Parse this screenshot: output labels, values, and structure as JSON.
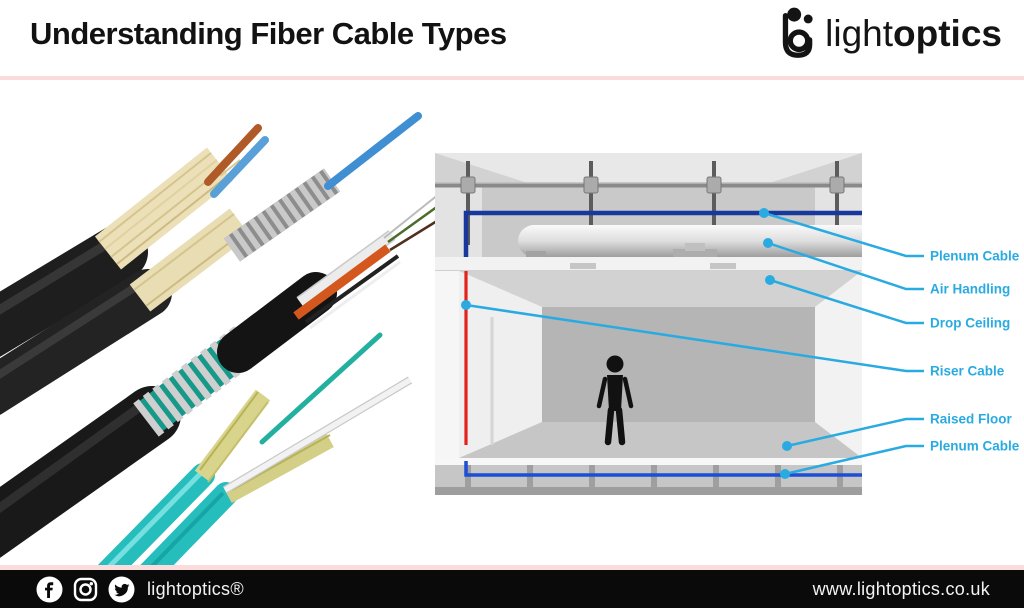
{
  "header": {
    "title": "Understanding Fiber Cable Types",
    "logo_light": "light",
    "logo_bold": "optics"
  },
  "diagram": {
    "labels": [
      "Plenum Cable",
      "Air Handling",
      "Drop Ceiling",
      "Riser Cable",
      "Raised Floor",
      "Plenum Cable"
    ],
    "colors": {
      "callout_blue": "#29abe2",
      "plenum_cable_navy": "#19389b",
      "underfloor_cable_blue": "#1c4fd6",
      "riser_cable_red": "#e4221b"
    }
  },
  "footer": {
    "brand": "lightoptics®",
    "website": "www.lightoptics.co.uk",
    "social_icons": [
      "facebook-icon",
      "instagram-icon",
      "twitter-icon"
    ]
  },
  "divider_color": "#fbdcdc"
}
